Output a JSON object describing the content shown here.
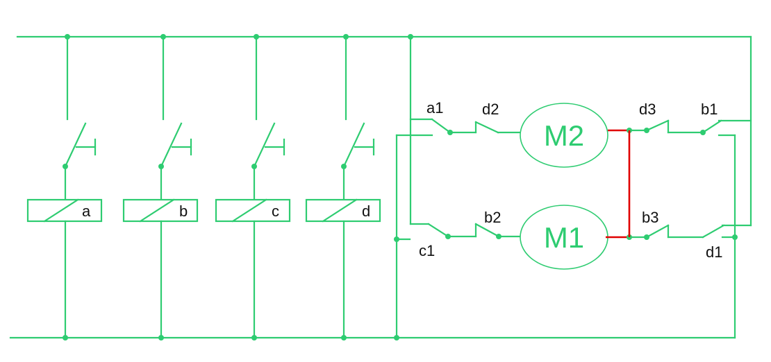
{
  "colors": {
    "wire": "#2ecc71",
    "bridge": "#e00000",
    "label": "#111111",
    "background": "#ffffff"
  },
  "relays": {
    "a": "a",
    "b": "b",
    "c": "c",
    "d": "d"
  },
  "contacts": {
    "a1": "a1",
    "d2": "d2",
    "d3": "d3",
    "b1": "b1",
    "c1": "c1",
    "b2": "b2",
    "b3": "b3",
    "d1": "d1"
  },
  "motors": {
    "m2": "M2",
    "m1": "M1"
  }
}
